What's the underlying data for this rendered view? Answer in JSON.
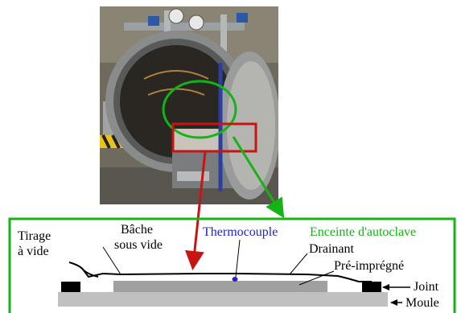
{
  "photo": {
    "subject": "autoclave-with-open-door"
  },
  "labels": {
    "tirage_line1": "Tirage",
    "tirage_line2": "à vide",
    "bache_line1": "Bâche",
    "bache_line2": "sous vide",
    "thermocouple": "Thermocouple",
    "enceinte": "Enceinte d'autoclave",
    "drainant": "Drainant",
    "preimpregne": "Pré-imprégné",
    "joint": "Joint",
    "moule": "Moule"
  },
  "colors": {
    "green": "#14b414",
    "red": "#c81414",
    "blue": "#2323c8",
    "layer_gray": "#a0a0a0",
    "mold_gray": "#c0c0c0"
  }
}
